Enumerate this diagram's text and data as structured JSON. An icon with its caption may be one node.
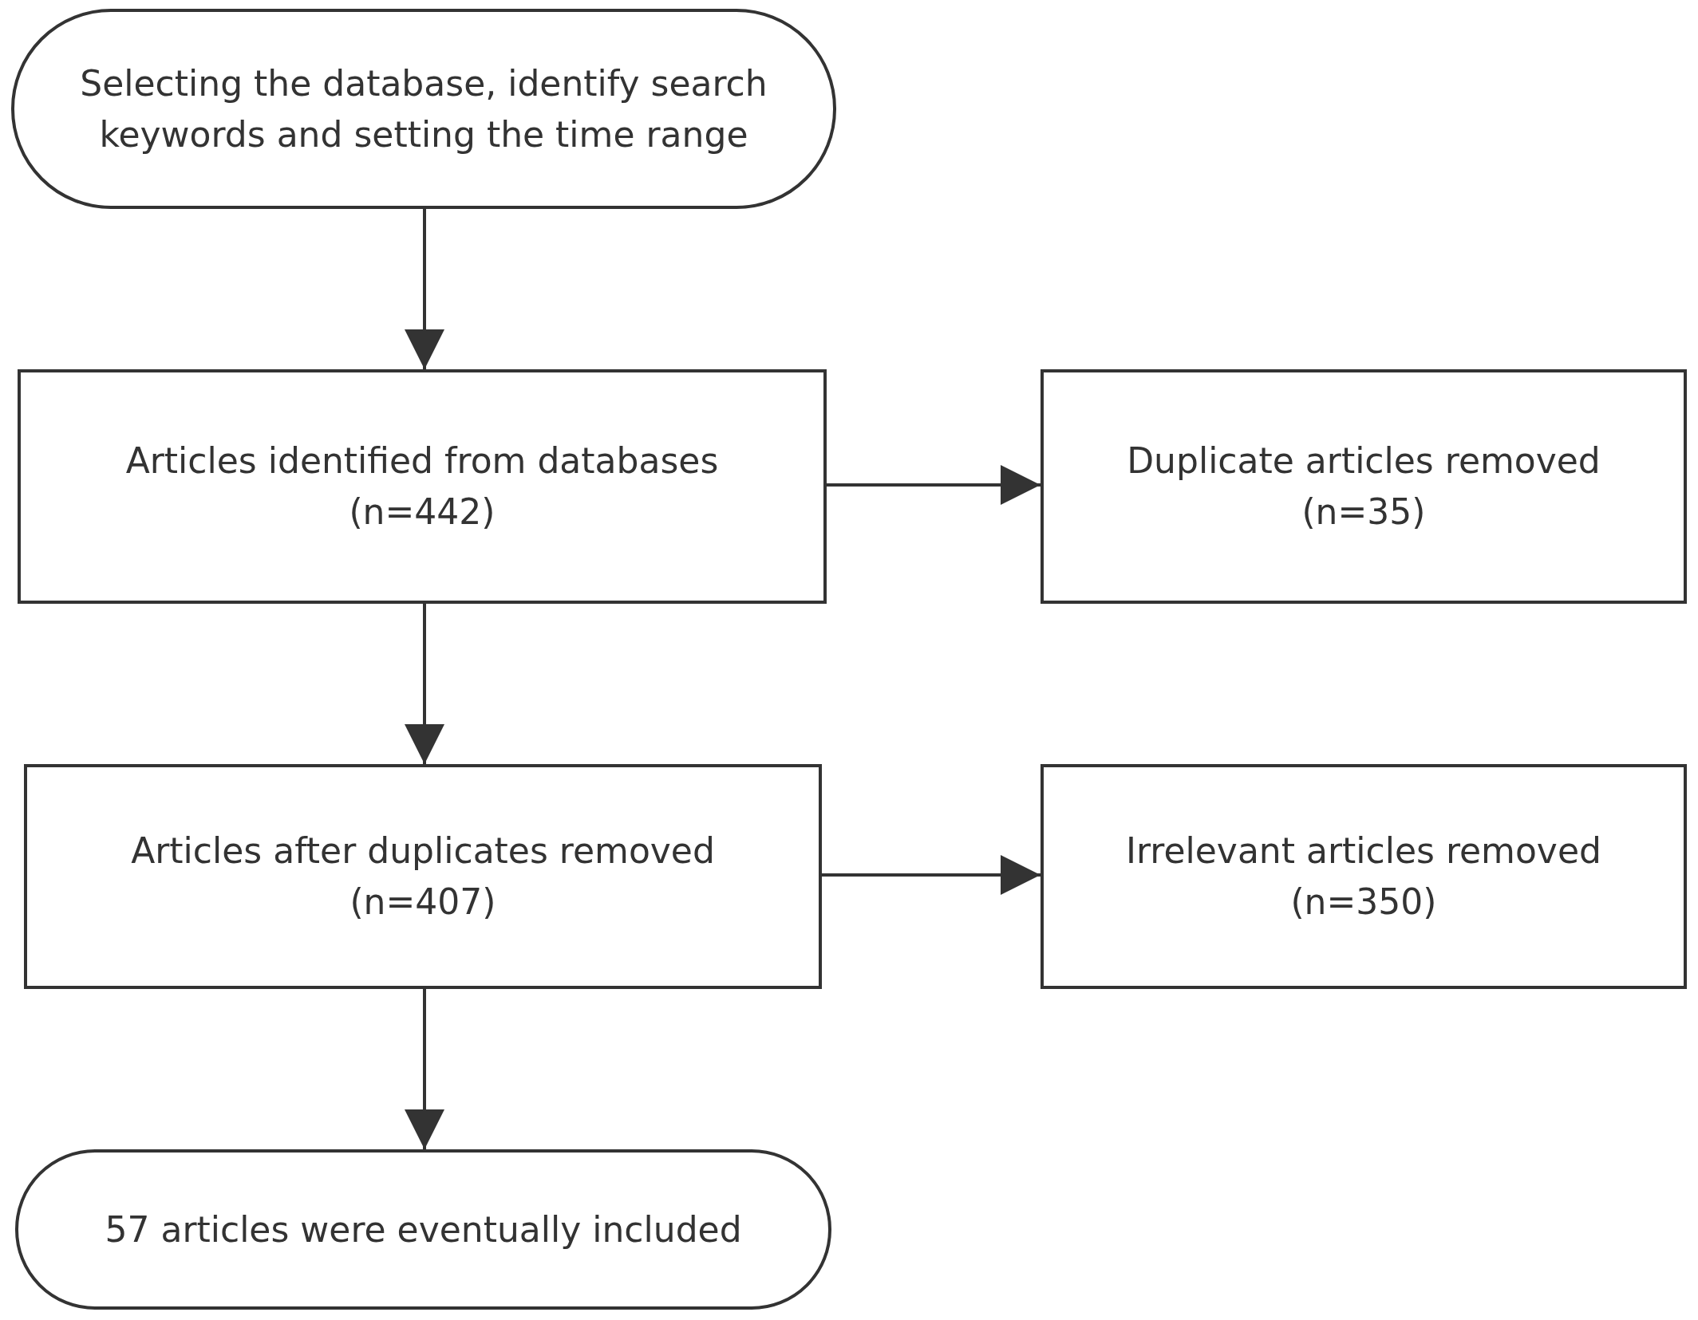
{
  "diagram": {
    "nodes": [
      {
        "text": [
          "Selecting the database, identify search keywords and setting the time range"
        ]
      },
      {
        "text": [
          "Articles identified from databases",
          "(n=442)"
        ]
      },
      {
        "text": [
          "Duplicate articles removed",
          "(n=35)"
        ]
      },
      {
        "text": [
          "Articles after duplicates removed",
          "(n=407)"
        ]
      },
      {
        "text": [
          "Irrelevant articles removed",
          "(n=350)"
        ]
      },
      {
        "text": [
          "57 articles were eventually included"
        ]
      }
    ],
    "edges": [
      {
        "from": 0,
        "to": 1,
        "arrow": "to"
      },
      {
        "from": 1,
        "to": 2,
        "arrow": "to"
      },
      {
        "from": 1,
        "to": 3,
        "arrow": "to"
      },
      {
        "from": 3,
        "to": 4,
        "arrow": "to"
      },
      {
        "from": 3,
        "to": 5,
        "arrow": "to"
      }
    ]
  }
}
